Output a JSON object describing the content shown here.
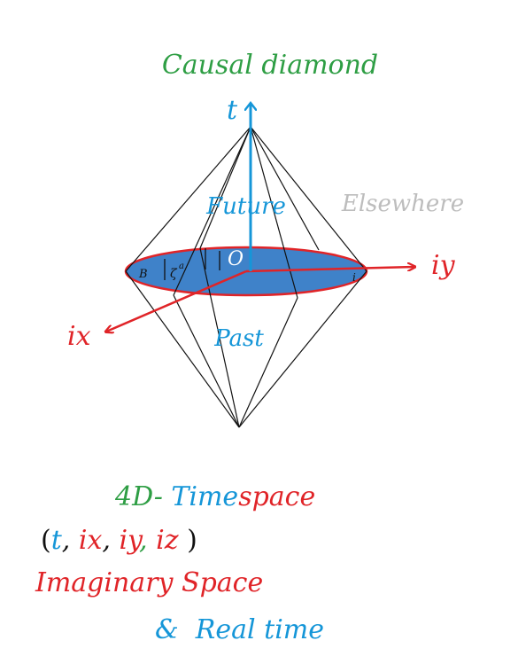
{
  "title": "Causal diamond",
  "axes": {
    "t": "t",
    "ix": "ix",
    "iy": "iy",
    "origin": "O"
  },
  "regions": {
    "future": "Future",
    "past": "Past",
    "elsewhere": "Elsewhere"
  },
  "disk_labels": {
    "b": "B",
    "zeta": "ζ",
    "zeta_sup": "a",
    "i": "i"
  },
  "caption": {
    "line1_a": "4D- ",
    "line1_b": "Time",
    "line1_c": "space",
    "coords_open": "(",
    "coord_t": "t",
    "coord_ix": "ix",
    "coord_iy": "iy",
    "coord_iz": "iz",
    "comma": ",",
    "coords_close": ")",
    "line3": "Imaginary Space",
    "line4_amp": "&",
    "line4_b": "Real time"
  },
  "colors": {
    "green": "#2e9e44",
    "blue": "#1596d8",
    "red": "#e02428",
    "gray": "#bdbdbd",
    "disk_fill": "#3f82c9",
    "disk_stroke": "#e02428",
    "black": "#111111"
  }
}
